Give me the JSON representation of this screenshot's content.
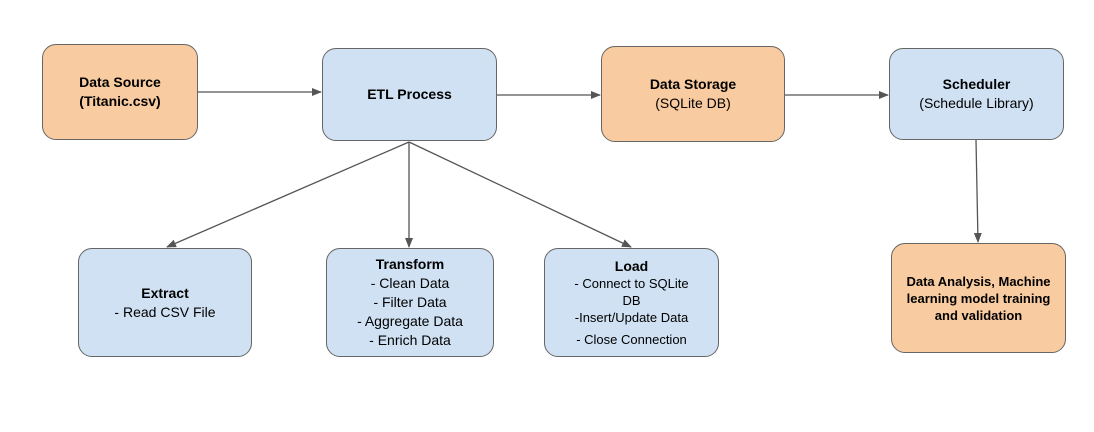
{
  "colors": {
    "orange": "#f8cba0",
    "blue": "#cfe1f3",
    "border": "#666666",
    "arrow": "#555555"
  },
  "nodes": {
    "source": {
      "title": "Data Source",
      "lines": [
        "(Titanic.csv)"
      ]
    },
    "etl": {
      "title": "ETL Process",
      "lines": []
    },
    "storage": {
      "title": "Data Storage",
      "lines": [
        "(SQLite DB)"
      ]
    },
    "scheduler": {
      "title": "Scheduler",
      "lines": [
        "(Schedule Library)"
      ]
    },
    "extract": {
      "title": "Extract",
      "lines": [
        "- Read CSV File"
      ]
    },
    "transform": {
      "title": "Transform",
      "lines": [
        "- Clean Data",
        "- Filter Data",
        "- Aggregate Data",
        "- Enrich Data"
      ]
    },
    "load": {
      "title": "Load",
      "lines": [
        "- Connect to SQLite",
        "DB",
        "-Insert/Update Data",
        "- Close Connection"
      ]
    },
    "analysis": {
      "title": "Data Analysis, Machine learning model training and validation",
      "lines": []
    }
  },
  "edges": [
    {
      "from": "source",
      "to": "etl"
    },
    {
      "from": "etl",
      "to": "storage"
    },
    {
      "from": "storage",
      "to": "scheduler"
    },
    {
      "from": "etl",
      "to": "extract"
    },
    {
      "from": "etl",
      "to": "transform"
    },
    {
      "from": "etl",
      "to": "load"
    },
    {
      "from": "scheduler",
      "to": "analysis"
    }
  ]
}
